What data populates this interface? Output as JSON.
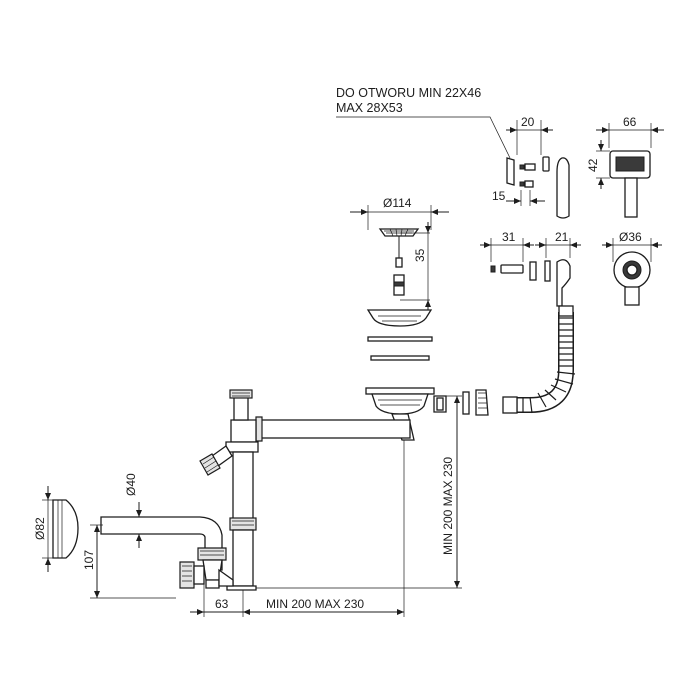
{
  "labels": {
    "note_line1": "DO OTWORU MIN 22X46",
    "note_line2": "MAX 28X53",
    "overflow_width": "20",
    "overflow_depth": "15",
    "cover_width": "66",
    "cover_height": "42",
    "strainer_diameter": "Ø114",
    "strainer_depth": "35",
    "screw_length": "31",
    "round_overflow_width": "21",
    "round_cover_diameter": "Ø36",
    "inlet_diameter": "Ø40",
    "cap_diameter": "Ø82",
    "trap_height": "107",
    "outlet_offset": "63",
    "horizontal_range": "MIN 200 MAX 230",
    "vertical_range": "MIN 200 MAX 230"
  },
  "colors": {
    "line": "#1d1d1d",
    "fill_light": "#e4e4e4",
    "fill_dark": "#3a3a3a"
  }
}
